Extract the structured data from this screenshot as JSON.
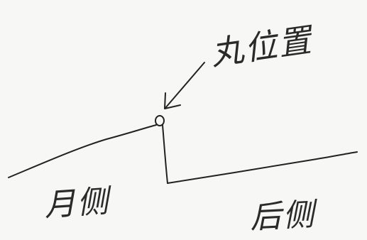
{
  "diagram": {
    "pointer_label": "丸位置",
    "left_label": "月侧",
    "right_label": "后侧"
  },
  "colors": {
    "ink": "#222222",
    "paper": "#f7f7f5"
  }
}
